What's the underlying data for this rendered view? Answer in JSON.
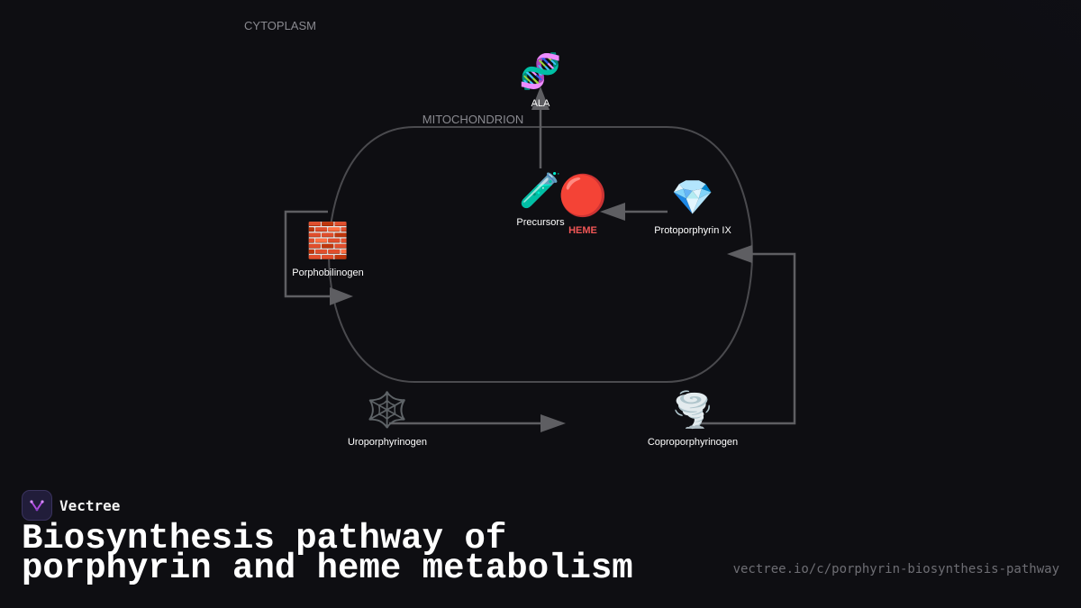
{
  "diagram": {
    "compartments": {
      "cytoplasm": "CYTOPLASM",
      "mitochondrion": "MITOCHONDRION"
    },
    "nodes": [
      {
        "id": "ala",
        "label": "ALA",
        "icon": "dna-icon",
        "glyph": "🧬"
      },
      {
        "id": "precursors",
        "label": "Precursors",
        "icon": "test-tube-icon",
        "glyph": "🧪"
      },
      {
        "id": "heme",
        "label": "HEME",
        "icon": "red-circle-icon",
        "glyph": "🔴",
        "color": "#f05656"
      },
      {
        "id": "protoporphyrin",
        "label": "Protoporphyrin IX",
        "icon": "gem-icon",
        "glyph": "💎"
      },
      {
        "id": "porphobilinogen",
        "label": "Porphobilinogen",
        "icon": "brick-icon",
        "glyph": "🧱"
      },
      {
        "id": "uroporphyrinogen",
        "label": "Uroporphyrinogen",
        "icon": "spider-web-icon",
        "glyph": "🕸️"
      },
      {
        "id": "coproporphyrinogen",
        "label": "Coproporphyrinogen",
        "icon": "tornado-icon",
        "glyph": "🌪️"
      }
    ],
    "edges": [
      {
        "from": "precursors",
        "to": "ala"
      },
      {
        "from": "porphobilinogen",
        "to": "porphobilinogen"
      },
      {
        "from": "uroporphyrinogen",
        "to": "coproporphyrinogen"
      },
      {
        "from": "coproporphyrinogen",
        "to": "protoporphyrin"
      },
      {
        "from": "protoporphyrin",
        "to": "heme"
      }
    ]
  },
  "brand": {
    "name": "Vectree",
    "logo_icon": "vectree-logo-icon"
  },
  "title": "Biosynthesis pathway of porphyrin and heme metabolism",
  "source_url": "vectree.io/c/porphyrin-biosynthesis-pathway",
  "colors": {
    "background": "#0e0e12",
    "edge": "#5e5e62",
    "heme_label": "#f05656",
    "logo_accent": "#b04ce0"
  }
}
